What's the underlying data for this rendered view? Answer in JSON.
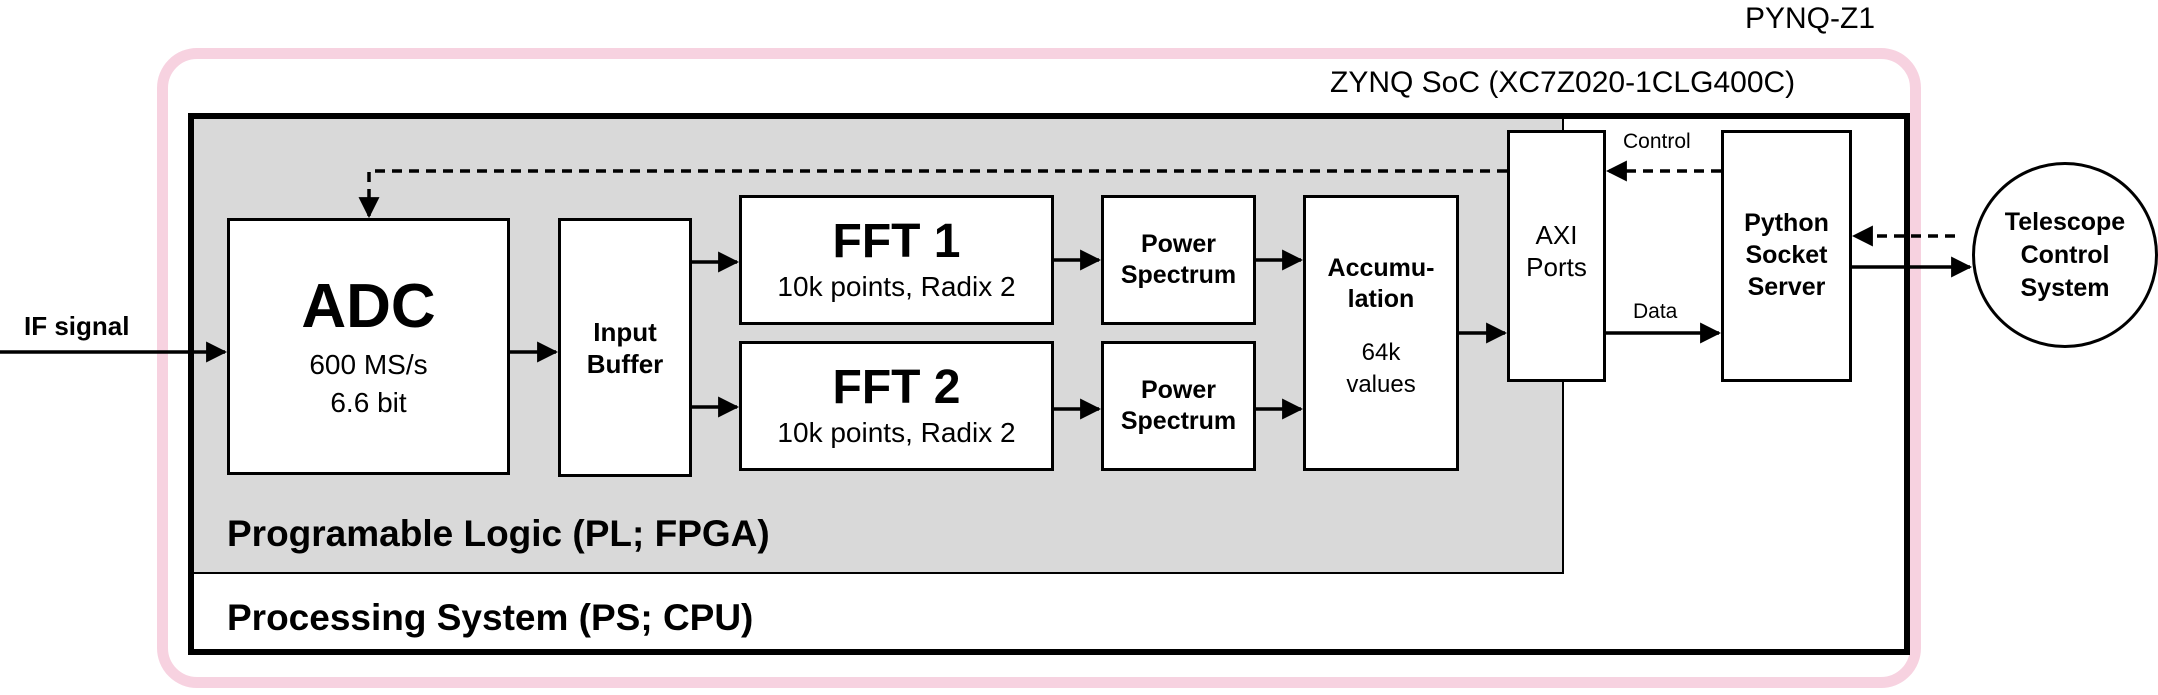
{
  "board": {
    "title": "PYNQ-Z1"
  },
  "soc": {
    "title": "ZYNQ SoC (XC7Z020-1CLG400C)"
  },
  "pl": {
    "title": "Programable Logic (PL; FPGA)"
  },
  "ps": {
    "title": "Processing System (PS; CPU)"
  },
  "input": {
    "label": "IF signal"
  },
  "adc": {
    "title": "ADC",
    "rate": "600 MS/s",
    "bits": "6.6 bit"
  },
  "input_buffer": {
    "line1": "Input",
    "line2": "Buffer"
  },
  "fft1": {
    "title": "FFT 1",
    "detail": "10k points, Radix 2"
  },
  "fft2": {
    "title": "FFT 2",
    "detail": "10k points, Radix 2"
  },
  "power1": {
    "line1": "Power",
    "line2": "Spectrum"
  },
  "power2": {
    "line1": "Power",
    "line2": "Spectrum"
  },
  "accumulation": {
    "line1": "Accumu-",
    "line2": "lation",
    "line3": "64k",
    "line4": "values"
  },
  "axi": {
    "line1": "AXI",
    "line2": "Ports"
  },
  "server": {
    "line1": "Python",
    "line2": "Socket",
    "line3": "Server"
  },
  "telescope": {
    "line1": "Telescope",
    "line2": "Control",
    "line3": "System"
  },
  "links": {
    "control": "Control",
    "data": "Data"
  }
}
